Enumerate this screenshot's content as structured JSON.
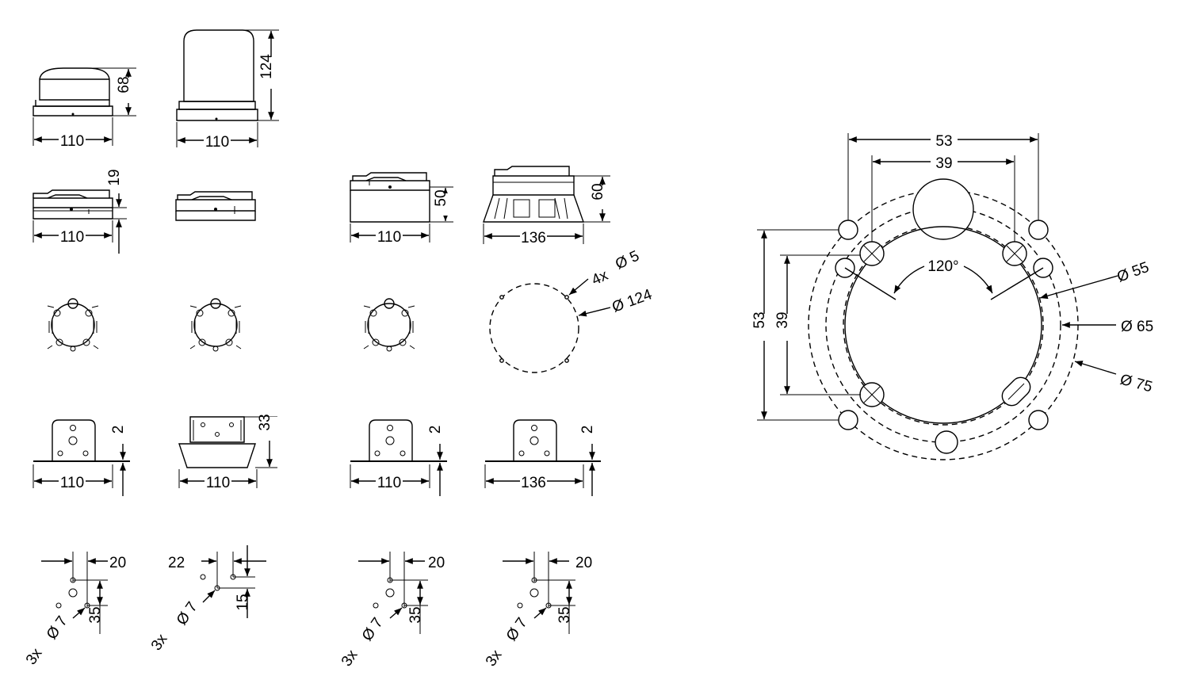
{
  "row1": {
    "a_width": "110",
    "a_height": "68",
    "b_width": "110",
    "b_height": "124"
  },
  "row2": {
    "a_width": "110",
    "a_height": "19",
    "c_width": "110",
    "c_height": "50",
    "d_width": "136",
    "d_height": "60"
  },
  "row3": {
    "hole_label": "4x",
    "hole_dia": "Ø 5",
    "circle_dia": "Ø 124"
  },
  "row4": {
    "a_width": "110",
    "a_height": "2",
    "b_width": "110",
    "b_height": "33",
    "c_width": "110",
    "c_height": "2",
    "d_width": "136",
    "d_height": "2"
  },
  "row5": {
    "a": {
      "count": "3x",
      "hole": "Ø 7",
      "dx": "20",
      "dy": "35"
    },
    "b": {
      "count": "3x",
      "hole": "Ø 7",
      "dx": "22",
      "dy": "15"
    },
    "c": {
      "count": "3x",
      "hole": "Ø 7",
      "dx": "20",
      "dy": "35"
    },
    "d": {
      "count": "3x",
      "hole": "Ø 7",
      "dx": "20",
      "dy": "35"
    }
  },
  "detail": {
    "top_outer": "53",
    "top_inner": "39",
    "left_outer": "53",
    "left_inner": "39",
    "angle": "120°",
    "dia1": "Ø 55",
    "dia2": "Ø 65",
    "dia3": "Ø 75"
  }
}
